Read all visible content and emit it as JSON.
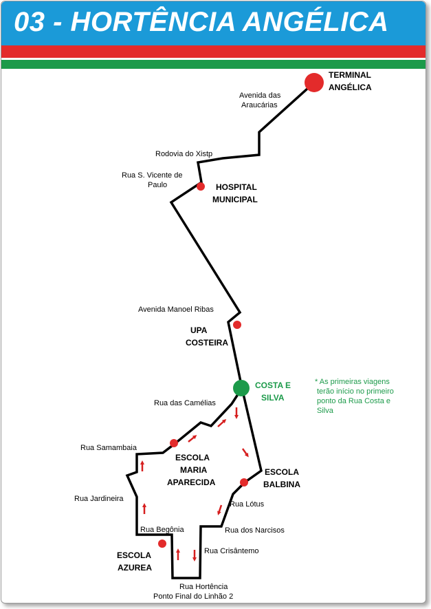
{
  "header": {
    "title": "03 - HORTÊNCIA ANGÉLICA"
  },
  "colors": {
    "header_blue": "#1b9ad8",
    "stripe_red": "#e32b2b",
    "stripe_green": "#1c9a4a",
    "route_line": "#000000",
    "stop_red": "#e32b2b",
    "stop_green": "#1c9a4a",
    "arrow_red": "#d62020"
  },
  "places": {
    "terminal": [
      "TERMINAL",
      "ANGÉLICA"
    ],
    "hospital": [
      "HOSPITAL",
      "MUNICIPAL"
    ],
    "upa": [
      "UPA",
      "COSTEIRA"
    ],
    "costa_silva": [
      "COSTA E",
      "SILVA"
    ],
    "escola_maria": [
      "ESCOLA",
      "MARIA",
      "APARECIDA"
    ],
    "escola_balbina": [
      "ESCOLA",
      "BALBINA"
    ],
    "escola_azurea": [
      "ESCOLA",
      "AZUREA"
    ]
  },
  "streets": {
    "araucarias": [
      "Avenida das",
      "Araucárias"
    ],
    "xistp": "Rodovia do Xistp",
    "vicente": [
      "Rua S. Vicente de",
      "Paulo"
    ],
    "manoel": "Avenida Manoel Ribas",
    "camelias": "Rua das Camélias",
    "samambaia": "Rua Samambaia",
    "jardineira": "Rua Jardineira",
    "begonia": "Rua Begônia",
    "lotus": "Rua Lótus",
    "narcisos": "Rua dos Narcisos",
    "crisantemo": "Rua Crisântemo",
    "hortencia": [
      "Rua Hortência",
      "Ponto Final do Linhão 2"
    ]
  },
  "note": [
    "* As primeiras viagens",
    "terão início no primeiro",
    "ponto da Rua Costa e",
    "Silva"
  ]
}
